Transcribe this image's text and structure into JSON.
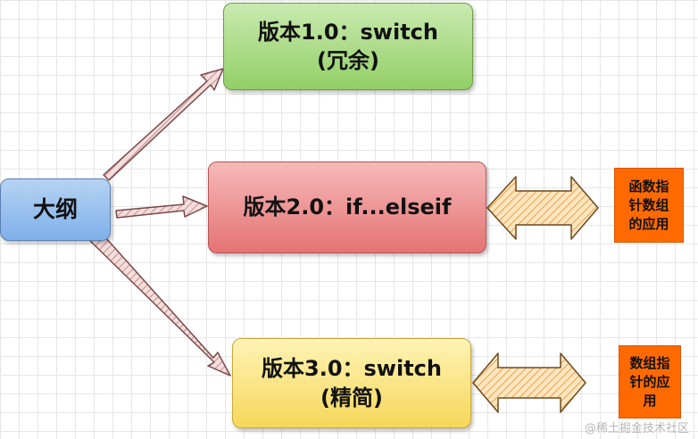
{
  "root": {
    "label": "大纲"
  },
  "branches": [
    {
      "lines": [
        "版本1.0：switch",
        "(冗余)"
      ]
    },
    {
      "lines": [
        "版本2.0：if...elseif"
      ]
    },
    {
      "lines": [
        "版本3.0：switch",
        "(精简)"
      ]
    }
  ],
  "notes": [
    {
      "lines": [
        "函数指",
        "针数组",
        "的应用"
      ]
    },
    {
      "lines": [
        "数组指",
        "针的应",
        "用"
      ]
    }
  ],
  "watermark": "@稀土掘金技术社区",
  "colors": {
    "root": "#8fbcee",
    "v1": "#a9dc85",
    "v2": "#ec8c8c",
    "v3": "#fae48a",
    "note": "#ff6a00",
    "double_arrow": "#f5b25c",
    "link_arrow": "#d9a6a6"
  }
}
